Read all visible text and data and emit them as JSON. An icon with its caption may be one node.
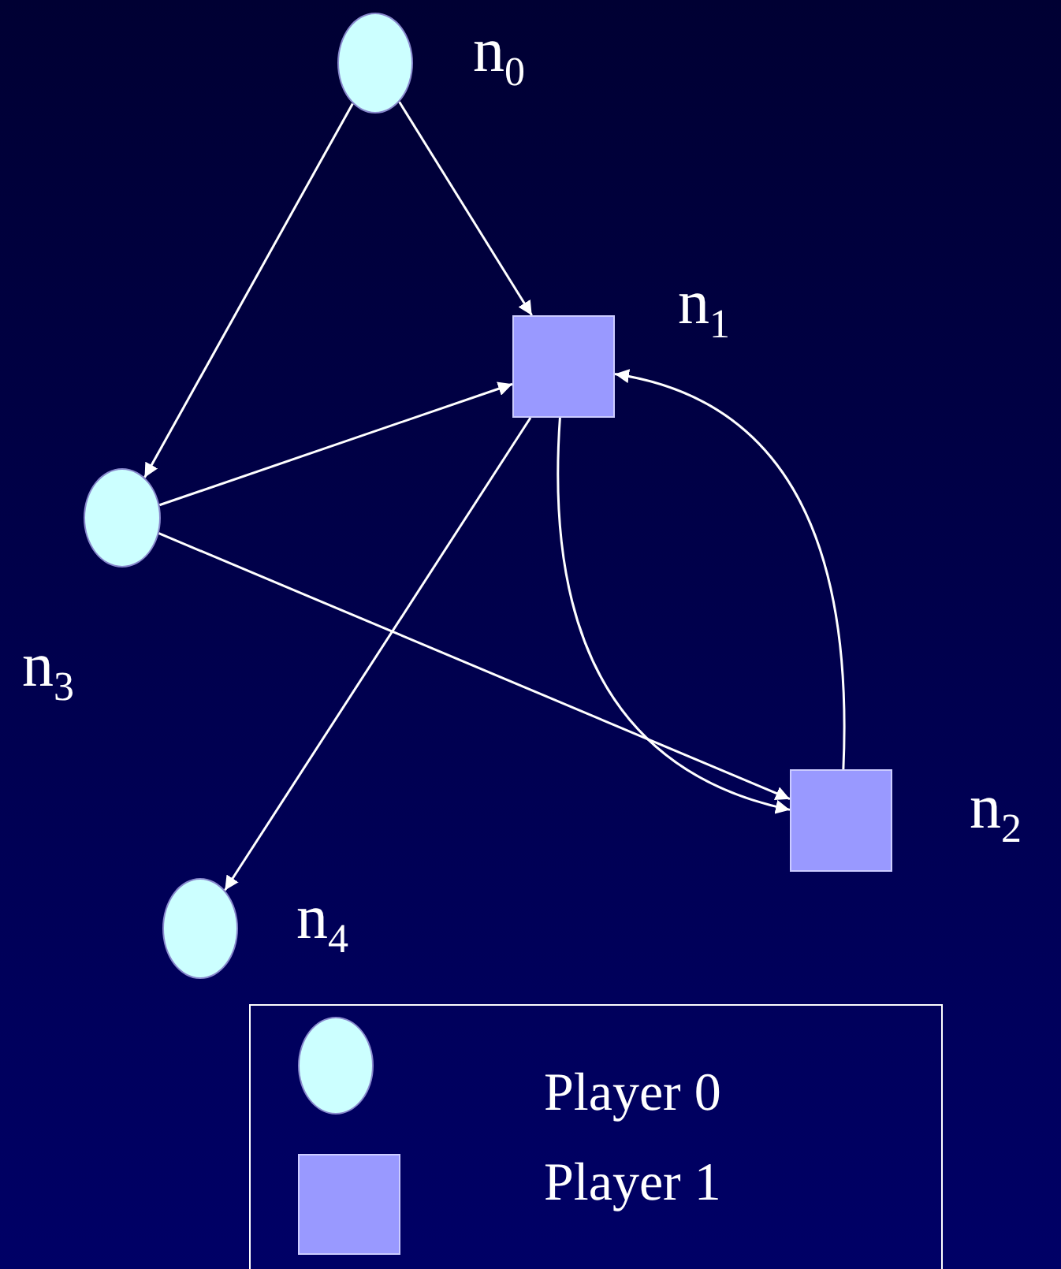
{
  "diagram": {
    "nodes": [
      {
        "text": [],
        "shape": "circle",
        "beside": [
          "n$_{0}$"
        ]
      },
      {
        "text": [],
        "shape": "box",
        "beside": [
          "n$_{1}$"
        ]
      },
      {
        "text": [],
        "shape": "circle",
        "beside": [
          "n$_{3}$"
        ]
      },
      {
        "text": [],
        "shape": "box",
        "beside": [
          "n$_{2}$"
        ]
      },
      {
        "text": [],
        "shape": "circle",
        "beside": [
          "n$_{4}$"
        ]
      }
    ],
    "edges": [
      {
        "from": 0,
        "to": 1,
        "arrow": "to"
      },
      {
        "from": 0,
        "to": 2,
        "arrow": "to"
      },
      {
        "from": 2,
        "to": 1,
        "arrow": "to"
      },
      {
        "from": 1,
        "to": 4,
        "arrow": "to"
      },
      {
        "from": 2,
        "to": 3,
        "arrow": "to"
      },
      {
        "from": 1,
        "to": 3,
        "arrow": "to"
      },
      {
        "from": 3,
        "to": 1,
        "arrow": "to"
      }
    ],
    "legend": [
      {
        "text": "Player 0"
      },
      {
        "text": "Player 1"
      }
    ]
  }
}
